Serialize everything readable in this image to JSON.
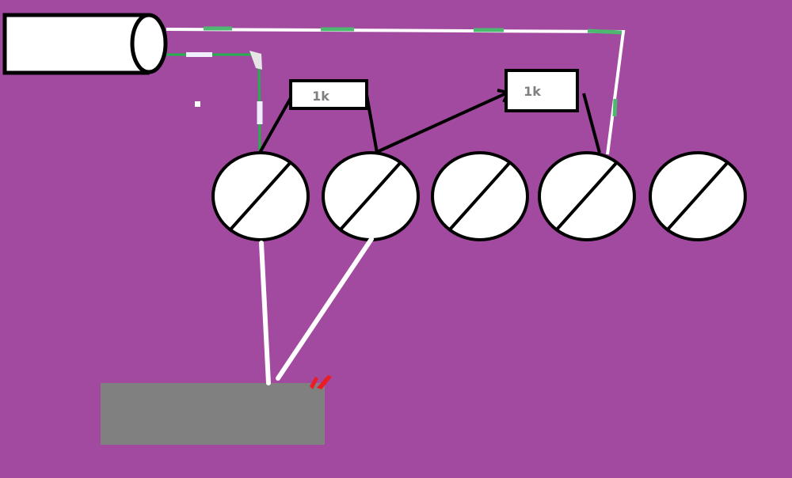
{
  "colors": {
    "background": "#a24a9f",
    "wire_white": "#ffffff",
    "wire_green": "#22b14c",
    "base": "#808080",
    "mark": "#ed1c24",
    "outline": "#000000"
  },
  "resistors": [
    {
      "label": "1k"
    },
    {
      "label": "1k"
    }
  ],
  "terminals": 5
}
